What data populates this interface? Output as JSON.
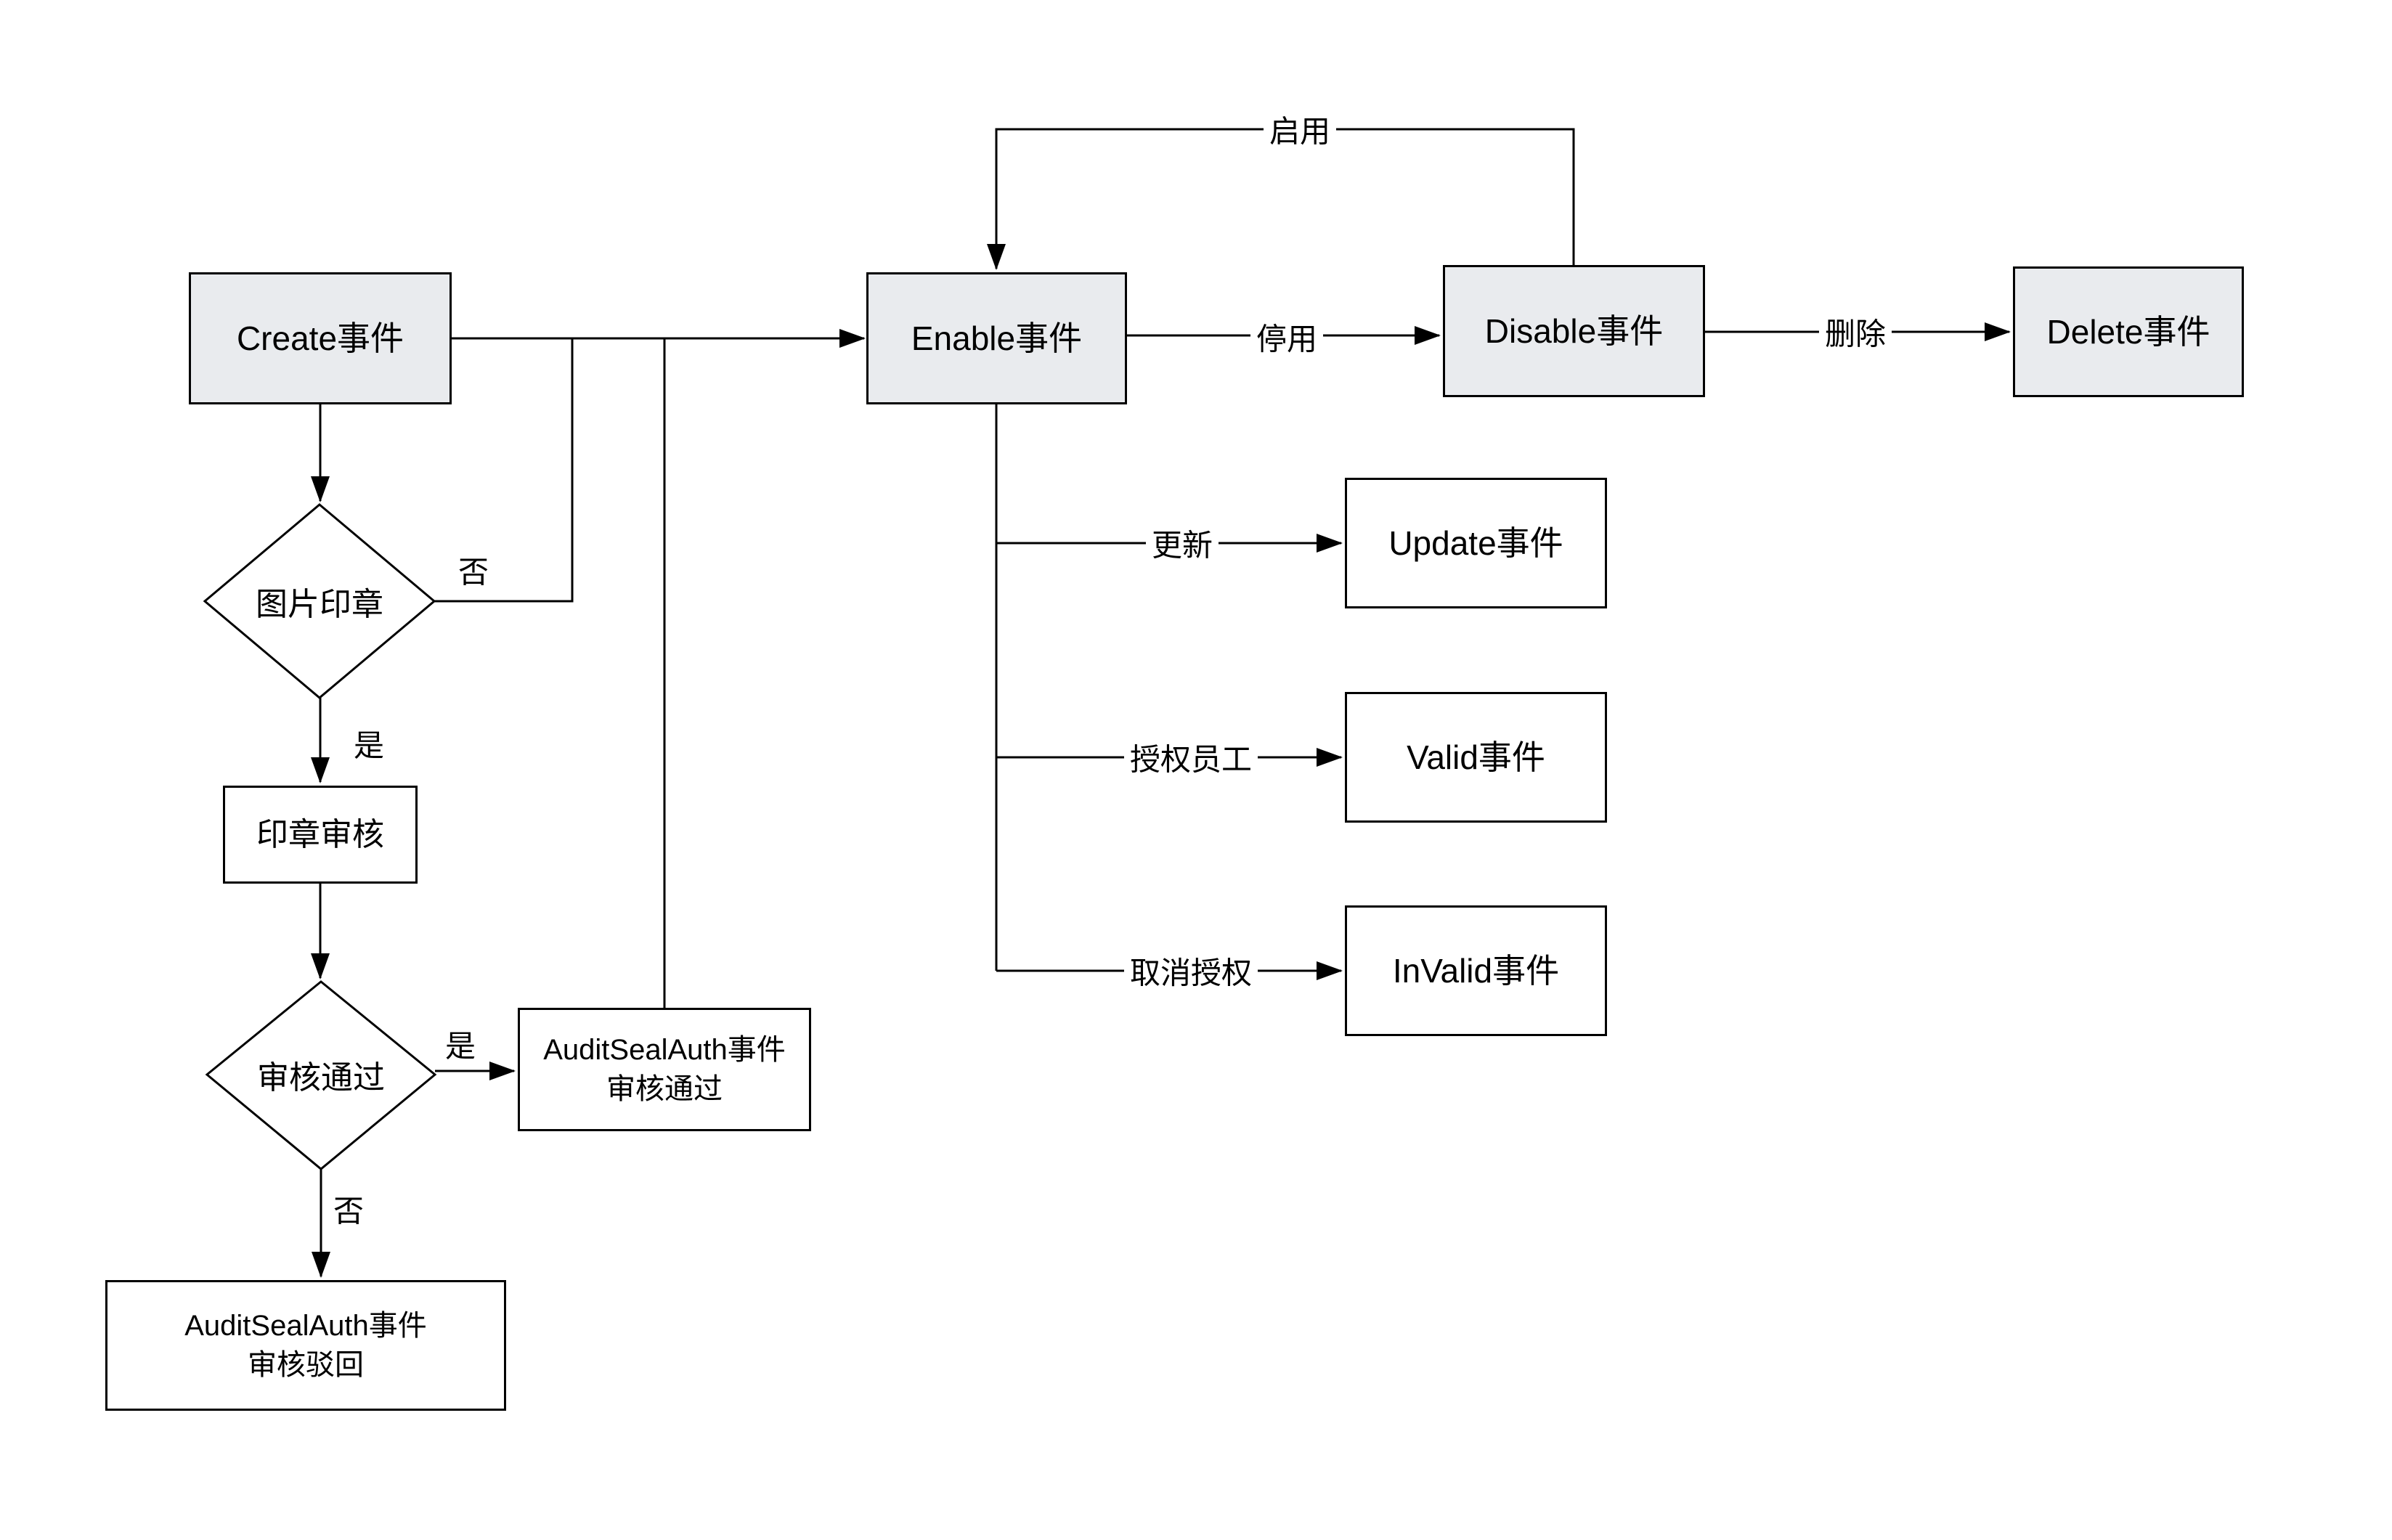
{
  "diagram": {
    "background": "#ffffff",
    "stroke_color": "#000000",
    "node_fill_gray": "#e9ebee",
    "node_fill_white": "#ffffff",
    "text_color": "#000000"
  },
  "nodes": {
    "create": {
      "label": "Create事件"
    },
    "enable": {
      "label": "Enable事件"
    },
    "disable": {
      "label": "Disable事件"
    },
    "delete": {
      "label": "Delete事件"
    },
    "update": {
      "label": "Update事件"
    },
    "valid": {
      "label": "Valid事件"
    },
    "invalid": {
      "label": "InValid事件"
    },
    "seal_check": {
      "label": "图片印章"
    },
    "seal_audit": {
      "label": "印章审核"
    },
    "audit_result": {
      "label": "审核通过"
    },
    "audit_pass": {
      "label": "AuditSealAuth事件\n审核通过"
    },
    "audit_reject": {
      "label": "AuditSealAuth事件\n审核驳回"
    }
  },
  "edge_labels": {
    "enable_loop": "启用",
    "disable_action": "停用",
    "delete_action": "删除",
    "update_action": "更新",
    "authorize": "授权员工",
    "deauthorize": "取消授权",
    "no_image_seal": "否",
    "yes_image_seal": "是",
    "yes_audit": "是",
    "no_audit": "否"
  }
}
